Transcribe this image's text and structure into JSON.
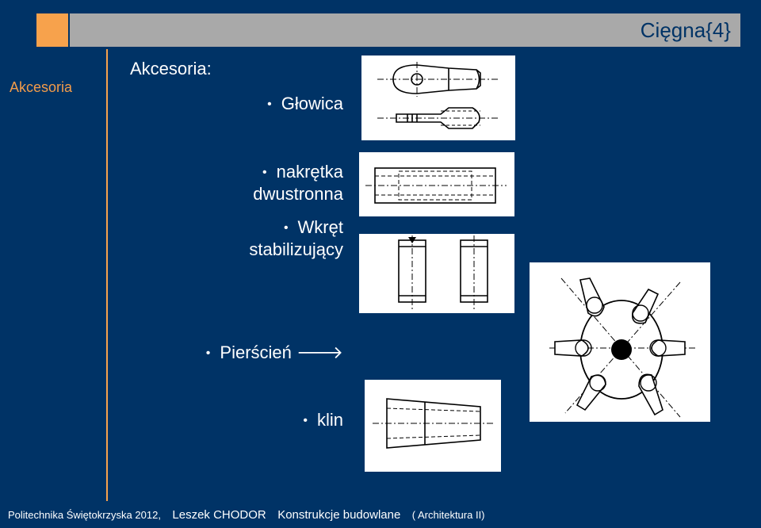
{
  "header": {
    "title": "Cięgna{4}"
  },
  "sidebar": {
    "section_label": "Akcesoria"
  },
  "content": {
    "heading": "Akcesoria:",
    "items": [
      {
        "bullet": "•",
        "text": "Głowica"
      },
      {
        "bullet": "•",
        "line1": "nakrętka",
        "line2": "dwustronna"
      },
      {
        "bullet": "•",
        "line1": "Wkręt",
        "line2": "stabilizujący"
      },
      {
        "bullet": "•",
        "text": "Pierścień",
        "arrow": "🡒"
      },
      {
        "bullet": "•",
        "text": "klin"
      }
    ]
  },
  "footer": {
    "institution": "Politechnika Świętokrzyska 2012,",
    "author": "Leszek CHODOR",
    "subject": "Konstrukcje budowlane",
    "course": "( Architektura II)"
  },
  "colors": {
    "background": "#003366",
    "accent": "#f7a24c",
    "header_band": "#a9a9a9",
    "text": "#ffffff"
  }
}
